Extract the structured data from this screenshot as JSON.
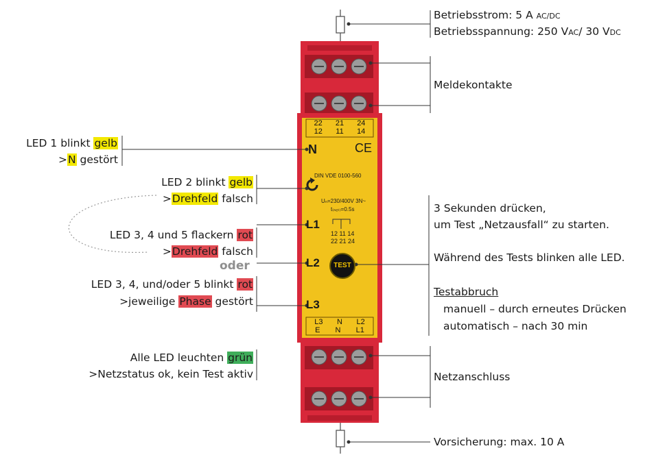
{
  "top": {
    "line1_a": "Betriebsstrom: 5 A ",
    "line1_b": "AC/DC",
    "line2_a": "Betriebsspannung: 250 V",
    "line2_b": "AC",
    "line2_c": "/ 30 V",
    "line2_d": "DC"
  },
  "meldekontakte": "Meldekontakte",
  "led1": {
    "a": "LED 1 blinkt ",
    "hl": "gelb",
    "b_pre": ">",
    "b_hl": "N",
    "b_post": " gestört"
  },
  "led2": {
    "a": "LED 2 blinkt ",
    "hl": "gelb",
    "b_pre": ">",
    "b_hl": "Drehfeld",
    "b_post": " falsch"
  },
  "led345a": {
    "a": "LED 3, 4 und 5 flackern ",
    "hl": "rot",
    "b_pre": ">",
    "b_hl": "Drehfeld",
    "b_post": " falsch"
  },
  "oder": "oder",
  "led345b": {
    "a": "LED 3, 4, und/oder 5 blinkt ",
    "hl": "rot",
    "b_pre": ">jeweilige ",
    "b_hl": "Phase",
    "b_post": " gestört"
  },
  "alle": {
    "a": "Alle LED leuchten ",
    "hl": "grün",
    "b": ">Netzstatus ok, kein Test aktiv"
  },
  "test": {
    "l1": "3 Sekunden drücken,",
    "l2": "um Test „Netzausfall“ zu starten.",
    "l3": "Während des Tests blinken alle LED.",
    "l4": "Testabbruch",
    "l5": "manuell – durch erneutes Drücken",
    "l6": "automatisch – nach 30 min"
  },
  "netzanschluss": "Netzanschluss",
  "vorsicherung": "Vorsicherung: max. 10 A",
  "device": {
    "top_terminals_row1": [
      "22",
      "21",
      "24"
    ],
    "top_terminals_row2": [
      "12",
      "11",
      "14"
    ],
    "label_n": "N",
    "ce": "CE",
    "din": "DIN VDE 0100-560",
    "spec1": "Uₙ=230/400V 3N~",
    "spec2": "t₍ₙₑₜ₎=0.5s",
    "relay_row1": "12 11 14",
    "relay_row2": "22 21 24",
    "label_l1": "L1",
    "label_l2": "L2",
    "label_l3": "L3",
    "test_button": "TEST",
    "bottom_terminals_row1": [
      "L3",
      "N",
      "L2"
    ],
    "bottom_terminals_row2": [
      "E",
      "N",
      "L1"
    ]
  },
  "colors": {
    "device_red": "#d8283a",
    "device_yellow": "#f1c21c",
    "highlight_yellow": "#f3e800",
    "highlight_red": "#e04a52",
    "highlight_green": "#3fae5a"
  }
}
